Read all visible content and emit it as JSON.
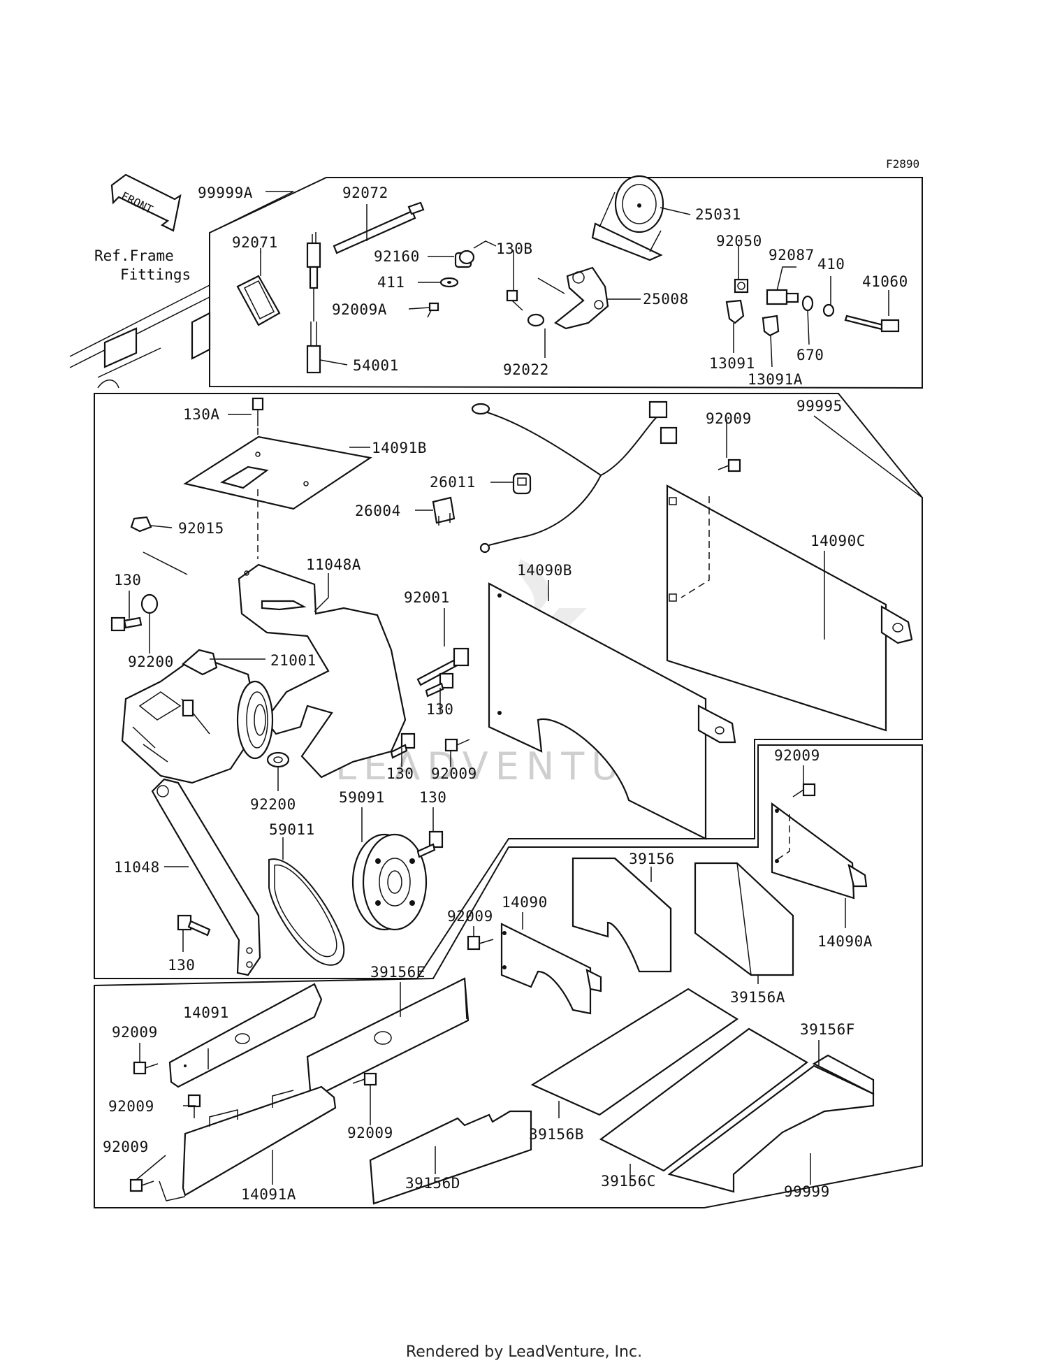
{
  "diagram_code": "F2890",
  "front_arrow_label": "FRONT",
  "ref_note": {
    "line1": "Ref.Frame",
    "line2": "Fittings"
  },
  "watermark": "LEADVENTURE",
  "footer": "Rendered by LeadVenture, Inc.",
  "callouts": {
    "c99999A": "99999A",
    "c92072": "92072",
    "c92071": "92071",
    "c92160": "92160",
    "c130B": "130B",
    "c411": "411",
    "c92009A": "92009A",
    "c54001": "54001",
    "c25031": "25031",
    "c25008": "25008",
    "c92022": "92022",
    "c92050": "92050",
    "c92087": "92087",
    "c410": "410",
    "c41060": "41060",
    "c13091": "13091",
    "c670": "670",
    "c13091A": "13091A",
    "c130A": "130A",
    "c14091B": "14091B",
    "c26011": "26011",
    "c26004": "26004",
    "c92009_top": "92009",
    "c99995": "99995",
    "c92015": "92015",
    "c11048A": "11048A",
    "c14090B": "14090B",
    "c14090C": "14090C",
    "c130_a": "130",
    "c92001": "92001",
    "c92200_a": "92200",
    "c21001": "21001",
    "c130_b": "130",
    "c130_c": "130",
    "c92009_mid": "92009",
    "c92009_right": "92009",
    "c92200_b": "92200",
    "c59091": "59091",
    "c130_d": "130",
    "c59011": "59011",
    "c11048": "11048",
    "c39156": "39156",
    "c92009_lower": "92009",
    "c14090": "14090",
    "c14090A": "14090A",
    "c130_e": "130",
    "c39156A": "39156A",
    "c39156E": "39156E",
    "c92009_b1": "92009",
    "c14091": "14091",
    "c39156F": "39156F",
    "c92009_b2": "92009",
    "c92009_b3": "92009",
    "c92009_b4": "92009",
    "c39156B": "39156B",
    "c14091A": "14091A",
    "c39156D": "39156D",
    "c39156C": "39156C",
    "c99999": "99999"
  }
}
